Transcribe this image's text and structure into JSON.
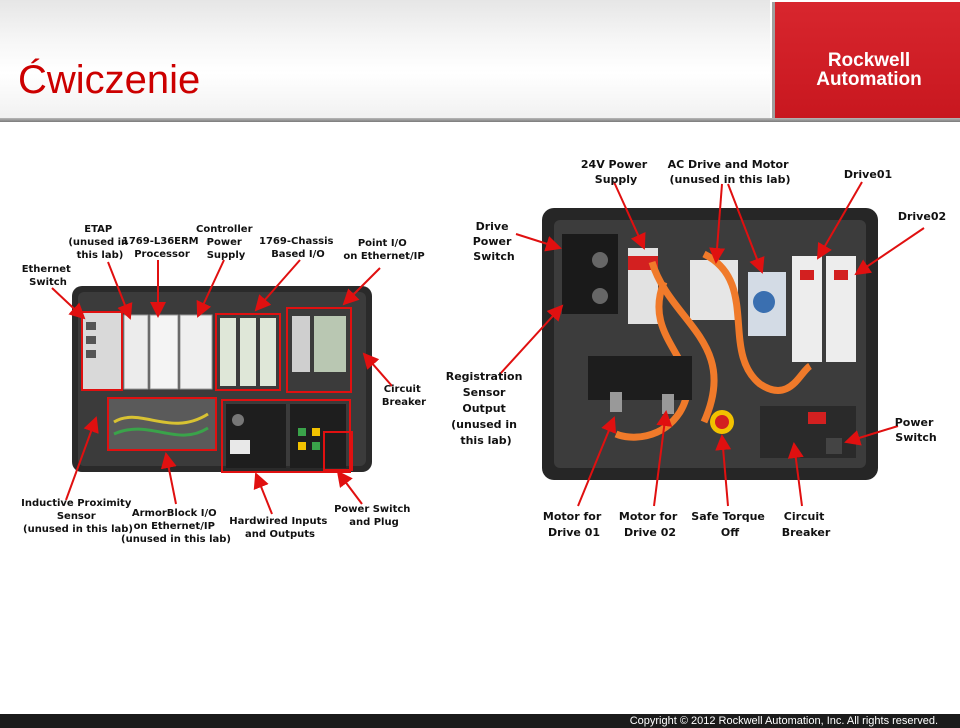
{
  "slide": {
    "title": "Ćwiczenie",
    "logo_line1": "Rockwell",
    "logo_line2": "Automation",
    "footer": "Copyright © 2012 Rockwell Automation, Inc. All rights reserved."
  },
  "left_panel": {
    "labels": {
      "ethernet_switch": [
        "Ethernet",
        "Switch"
      ],
      "etap": [
        "ETAP",
        "(unused in",
        "this lab)"
      ],
      "processor": [
        "1769-L36ERM",
        "Processor"
      ],
      "controller_power": [
        "Controller",
        "Power",
        "Supply"
      ],
      "chassis_io": [
        "1769-Chassis",
        "Based I/O"
      ],
      "point_io": [
        "Point I/O",
        "on Ethernet/IP"
      ],
      "circuit_breaker": [
        "Circuit",
        "Breaker"
      ],
      "inductive_sensor": [
        "Inductive Proximity",
        "Sensor",
        "(unused in this lab)"
      ],
      "armorblock": [
        "ArmorBlock I/O",
        "on Ethernet/IP",
        "(unused in this lab)"
      ],
      "hardwired_io": [
        "Hardwired Inputs",
        "and Outputs"
      ],
      "power_switch_plug": [
        "Power Switch",
        "and Plug"
      ]
    }
  },
  "right_panel": {
    "labels": {
      "psu24": [
        "24V Power",
        "Supply"
      ],
      "ac_drive": [
        "AC Drive and Motor",
        "(unused in this lab)"
      ],
      "drive01": [
        "Drive01"
      ],
      "drive02": [
        "Drive02"
      ],
      "drive_power_switch": [
        "Drive",
        "Power",
        "Switch"
      ],
      "registration_sensor": [
        "Registration",
        "Sensor",
        "Output",
        "(unused in",
        "this lab)"
      ],
      "power_switch": [
        "Power",
        "Switch"
      ],
      "motor1": [
        "Motor for",
        "Drive 01"
      ],
      "motor2": [
        "Motor for",
        "Drive 02"
      ],
      "safe_torque": [
        "Safe Torque",
        "Off"
      ],
      "circuit_breaker": [
        "Circuit",
        "Breaker"
      ]
    }
  },
  "colors": {
    "accent_red": "#cc0000",
    "brand_red": "#d8262e",
    "callout_red": "#e01010"
  }
}
